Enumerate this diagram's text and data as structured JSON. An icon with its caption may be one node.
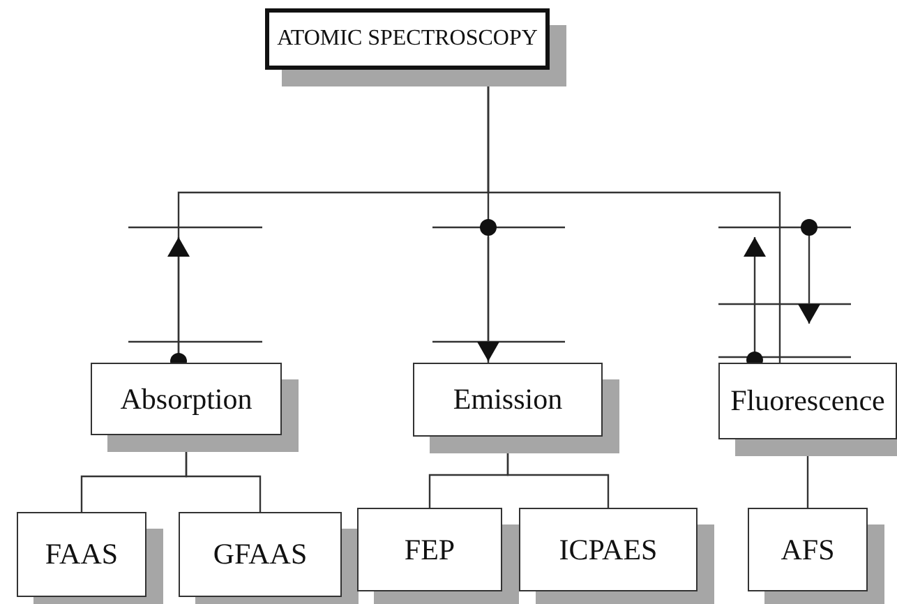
{
  "diagram": {
    "nodes": [
      {
        "text": [
          "ATOMIC SPECTROSCOPY"
        ]
      },
      {
        "text": [
          "Absorption"
        ]
      },
      {
        "text": [
          "Emission"
        ]
      },
      {
        "text": [
          "Fluorescence"
        ]
      },
      {
        "text": [
          "FAAS"
        ]
      },
      {
        "text": [
          "GFAAS"
        ]
      },
      {
        "text": [
          "FEP"
        ]
      },
      {
        "text": [
          "ICPAES"
        ]
      },
      {
        "text": [
          "AFS"
        ]
      }
    ],
    "edges": [
      {
        "from": 0,
        "to": 1,
        "arrow": "none"
      },
      {
        "from": 0,
        "to": 2,
        "arrow": "none"
      },
      {
        "from": 0,
        "to": 3,
        "arrow": "none"
      },
      {
        "from": 1,
        "to": 4,
        "arrow": "none"
      },
      {
        "from": 1,
        "to": 5,
        "arrow": "none"
      },
      {
        "from": 2,
        "to": 6,
        "arrow": "none"
      },
      {
        "from": 2,
        "to": 7,
        "arrow": "none"
      },
      {
        "from": 3,
        "to": 8,
        "arrow": "none"
      }
    ]
  }
}
